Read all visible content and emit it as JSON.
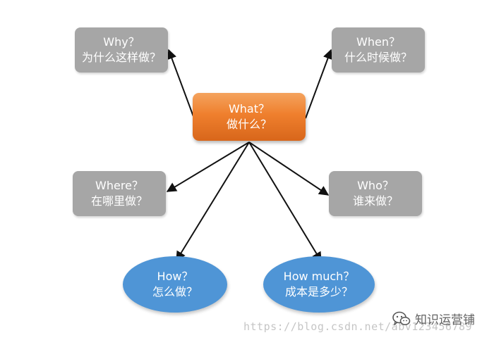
{
  "nodes": {
    "what": {
      "line1": "What？",
      "line2": "做什么？"
    },
    "why": {
      "line1": "Why？",
      "line2": "为什么这样做？"
    },
    "when": {
      "line1": "When？",
      "line2": "什么时候做？"
    },
    "where": {
      "line1": "Where？",
      "line2": "在哪里做？"
    },
    "who": {
      "line1": "Who？",
      "line2": "谁来做？"
    },
    "how": {
      "line1": "How？",
      "line2": "怎么做？"
    },
    "howmuch": {
      "line1": "How much？",
      "line2": "成本是多少？"
    }
  },
  "colors": {
    "central": "#ef7f2d",
    "box": "#a6a6a6",
    "ellipse": "#4f95d6",
    "arrow": "#111111"
  },
  "watermark": {
    "url": "https://blog.csdn.net/abv123456789",
    "brand": "知识运营铺",
    "icon": "wechat-icon"
  }
}
